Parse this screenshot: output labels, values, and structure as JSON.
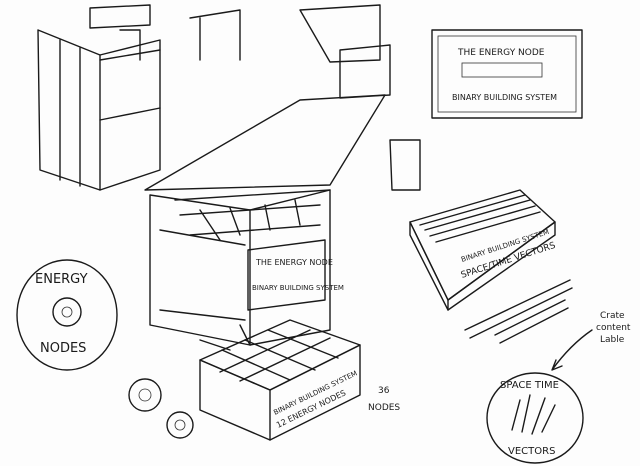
{
  "sketch_labels": {
    "label_box": {
      "line1": "THE ENERGY NODE",
      "line2": "BINARY BUILDING SYSTEM"
    },
    "chest": {
      "line1": "THE ENERGY NODE",
      "line2": "BINARY BUILDING SYSTEM"
    },
    "energy_nodes_badge": {
      "line1": "ENERGY",
      "line2": "NODES"
    },
    "vectors_crate": {
      "line1": "BINARY BUILDING SYSTEM",
      "line2": "SPACE/TIME VECTORS"
    },
    "nodes_tray": {
      "line1": "BINARY BUILDING SYSTEM",
      "line2": "12 ENERGY NODES"
    },
    "nodes_count": {
      "line1": "36",
      "line2": "NODES"
    },
    "annotation": {
      "line1": "Crate",
      "line2": "content",
      "line3": "Lable"
    },
    "vectors_badge": {
      "line1": "SPACE TIME",
      "line2": "VECTORS"
    }
  }
}
